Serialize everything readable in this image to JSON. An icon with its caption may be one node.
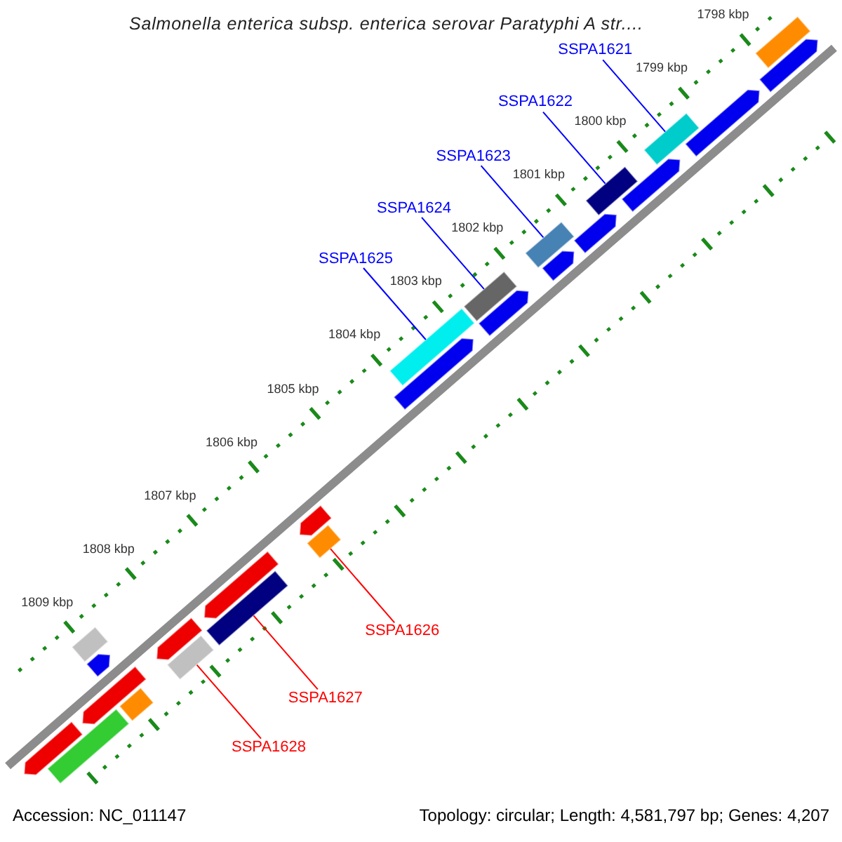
{
  "diagram": {
    "title": "Salmonella enterica subsp. enterica serovar Paratyphi A str....",
    "nodes": [
      {
        "text": [
          "SSPA1621"
        ]
      },
      {
        "text": [
          "SSPA1622"
        ]
      },
      {
        "text": [
          "SSPA1623"
        ]
      },
      {
        "text": [
          "SSPA1624"
        ]
      },
      {
        "text": [
          "SSPA1625"
        ]
      },
      {
        "text": [
          "SSPA1626"
        ]
      },
      {
        "text": [
          "SSPA1627"
        ]
      },
      {
        "text": [
          "SSPA1628"
        ]
      },
      {
        "text": [],
        "shape": "bar"
      },
      {
        "text": [],
        "shape": "pentagon"
      },
      {
        "text": [],
        "shape": "pentagon"
      },
      {
        "text": [],
        "shape": "bar"
      },
      {
        "text": [],
        "shape": "pentagon"
      },
      {
        "text": [],
        "shape": "bar"
      },
      {
        "text": [],
        "shape": "pentagon"
      },
      {
        "text": [],
        "shape": "bar"
      },
      {
        "text": [],
        "shape": "pentagon"
      },
      {
        "text": [],
        "shape": "bar"
      },
      {
        "text": [],
        "shape": "pentagon"
      },
      {
        "text": [],
        "shape": "bar"
      },
      {
        "text": [],
        "shape": "pentagon"
      },
      {
        "text": [],
        "shape": "bar"
      },
      {
        "text": [],
        "shape": "pentagon"
      },
      {
        "text": [],
        "shape": "pentagon"
      },
      {
        "text": [],
        "shape": "bar"
      },
      {
        "text": [],
        "shape": "pentagon"
      },
      {
        "text": [],
        "shape": "bar"
      },
      {
        "text": [],
        "shape": "pentagon"
      },
      {
        "text": [],
        "shape": "bar"
      },
      {
        "text": [],
        "shape": "pentagon"
      },
      {
        "text": [],
        "shape": "pentagon"
      },
      {
        "text": [],
        "shape": "bar"
      },
      {
        "text": [],
        "shape": "bar"
      }
    ],
    "edges": [
      {
        "from": 0,
        "to": 11,
        "arrow": "none"
      },
      {
        "from": 1,
        "to": 13,
        "arrow": "none"
      },
      {
        "from": 2,
        "to": 15,
        "arrow": "none"
      },
      {
        "from": 3,
        "to": 17,
        "arrow": "none"
      },
      {
        "from": 4,
        "to": 19,
        "arrow": "none"
      },
      {
        "from": 5,
        "to": 24,
        "arrow": "none",
        "color": "#ff0000"
      },
      {
        "from": 6,
        "to": 26,
        "arrow": "none",
        "color": "#ff0000"
      },
      {
        "from": 7,
        "to": 28,
        "arrow": "none",
        "color": "#ff0000"
      }
    ],
    "labels": [
      "1798 kbp",
      "1799 kbp",
      "1800 kbp",
      "1801 kbp",
      "1802 kbp",
      "1803 kbp",
      "1804 kbp",
      "1805 kbp",
      "1806 kbp",
      "1807 kbp",
      "1808 kbp",
      "1809 kbp",
      "Accession: NC_011147",
      "Topology: circular; Length: 4,581,797 bp; Genes: 4,207"
    ]
  }
}
